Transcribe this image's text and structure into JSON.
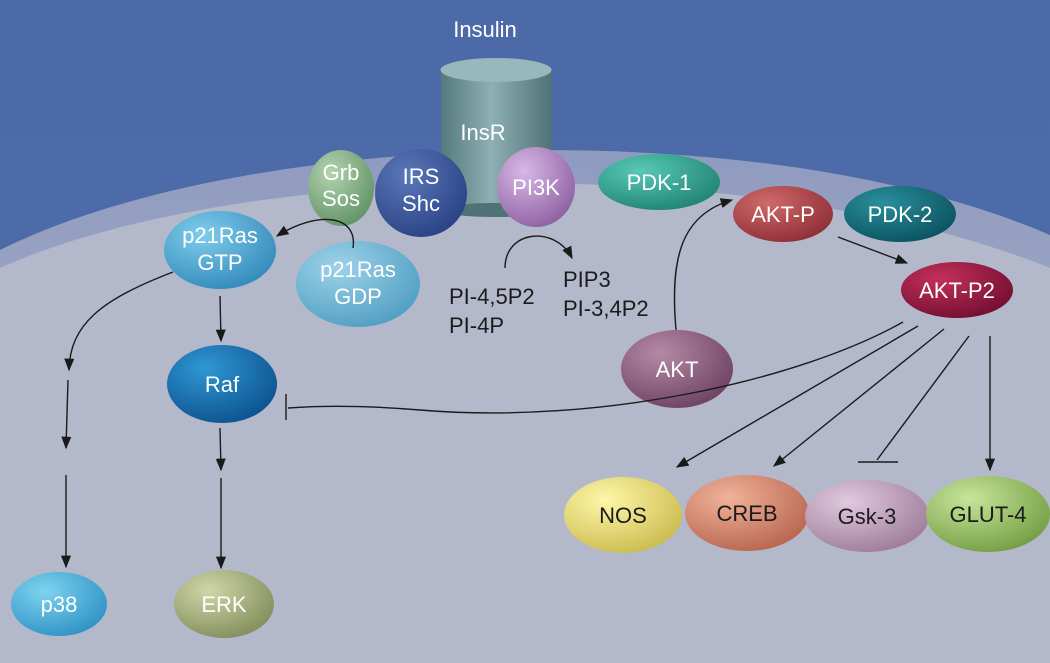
{
  "title": "Insulin",
  "receptor": "InsR",
  "nodes": {
    "grb_sos": [
      "Grb",
      "Sos"
    ],
    "irs_shc": [
      "IRS",
      "Shc"
    ],
    "pi3k": "PI3K",
    "pdk1": "PDK-1",
    "aktp": "AKT-P",
    "pdk2": "PDK-2",
    "aktp2": "AKT-P2",
    "akt": "AKT",
    "p21ras_gtp": [
      "p21Ras",
      "GTP"
    ],
    "p21ras_gdp": [
      "p21Ras",
      "GDP"
    ],
    "raf": "Raf",
    "p38": "p38",
    "erk": "ERK",
    "nos": "NOS",
    "creb": "CREB",
    "gsk3": "Gsk-3",
    "glut4": "GLUT-4"
  },
  "lipids": {
    "substrates": [
      "PI-4,5P2",
      "PI-4P"
    ],
    "products": [
      "PIP3",
      "PI-3,4P2"
    ]
  }
}
